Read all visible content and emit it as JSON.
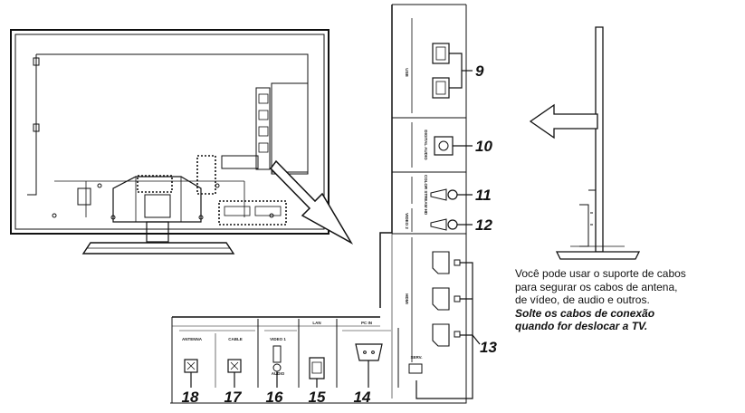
{
  "callouts": {
    "n9": "9",
    "n10": "10",
    "n11": "11",
    "n12": "12",
    "n13": "13",
    "n14": "14",
    "n15": "15",
    "n16": "16",
    "n17": "17",
    "n18": "18"
  },
  "side_labels": {
    "usb": "USB",
    "digital_audio": "DIGITAL AUDIO",
    "component": "COLOR STREAM HD",
    "video2": "VIDEO 2",
    "hdmi": "HDMI",
    "antenna": "ANTENNA",
    "cable": "CABLE",
    "video1": "VIDEO 1",
    "audio": "AUDIO",
    "lan": "LAN",
    "pc_in": "PC IN",
    "service": "SERV."
  },
  "note": {
    "line1": "Você pode usar o suporte de cabos",
    "line2": "para segurar os cabos de antena,",
    "line3": "de vídeo, de audio e outros.",
    "bold1": "Solte os cabos de conexão",
    "bold2": "quando for deslocar a TV."
  }
}
